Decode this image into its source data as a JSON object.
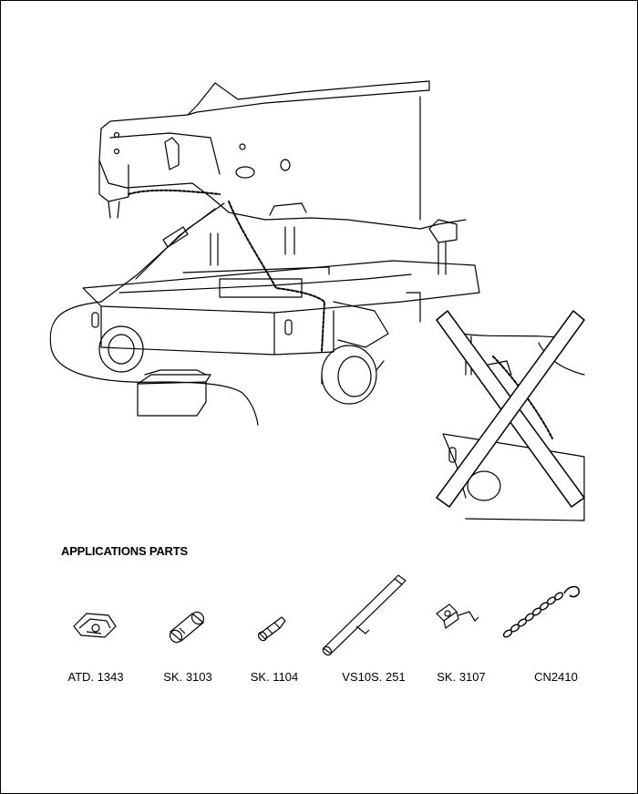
{
  "section_title": "APPLICATIONS PARTS",
  "parts": [
    {
      "code": "ATD. 1343",
      "icon": "clamp-plate-icon"
    },
    {
      "code": "SK. 3103",
      "icon": "sleeve-adapter-icon"
    },
    {
      "code": "SK. 1104",
      "icon": "pin-adapter-icon"
    },
    {
      "code": "VS10S. 251",
      "icon": "extension-bar-icon"
    },
    {
      "code": "SK. 3107",
      "icon": "hook-bracket-icon"
    },
    {
      "code": "CN2410",
      "icon": "chain-hook-icon"
    }
  ]
}
